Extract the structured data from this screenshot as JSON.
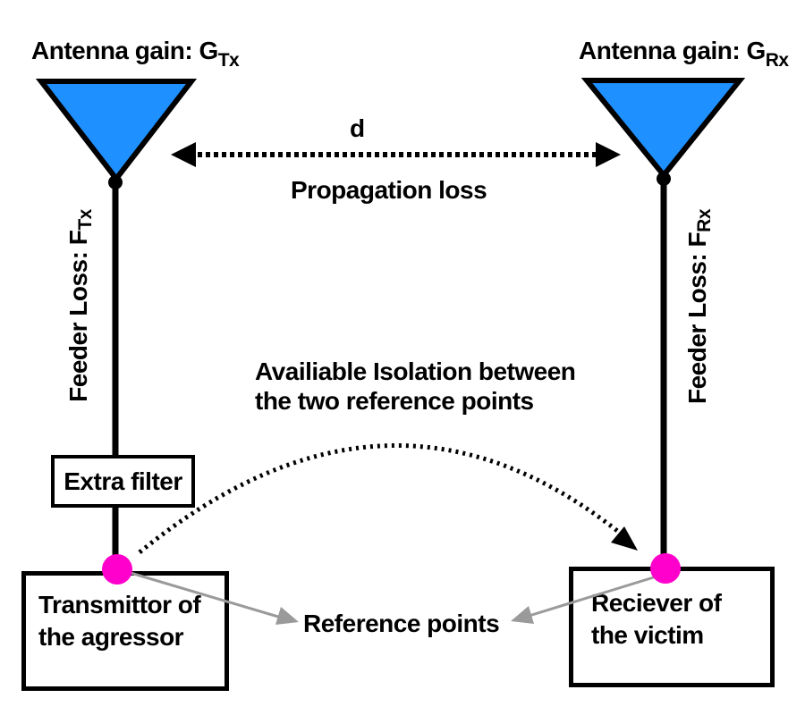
{
  "colors": {
    "antenna_fill": "#1E90FF",
    "reference_dot": "#FF00CC",
    "pointer_gray": "#9A9A9A",
    "line_black": "#000000"
  },
  "left": {
    "antenna_gain_label": "Antenna gain: G",
    "antenna_gain_sub": "Tx",
    "feeder_loss_label": "Feeder Loss: F",
    "feeder_loss_sub": "Tx",
    "filter_label": "Extra filter",
    "box_line1": "Transmittor of",
    "box_line2": "the agressor"
  },
  "right": {
    "antenna_gain_label": "Antenna gain: G",
    "antenna_gain_sub": "Rx",
    "feeder_loss_label": "Feeder Loss: F",
    "feeder_loss_sub": "Rx",
    "box_line1": "Reciever of",
    "box_line2": "the victim"
  },
  "center": {
    "distance_label": "d",
    "propagation_label": "Propagation loss",
    "isolation_line1": "Availiable Isolation between",
    "isolation_line2": "the two reference points",
    "reference_points_label": "Reference points"
  }
}
